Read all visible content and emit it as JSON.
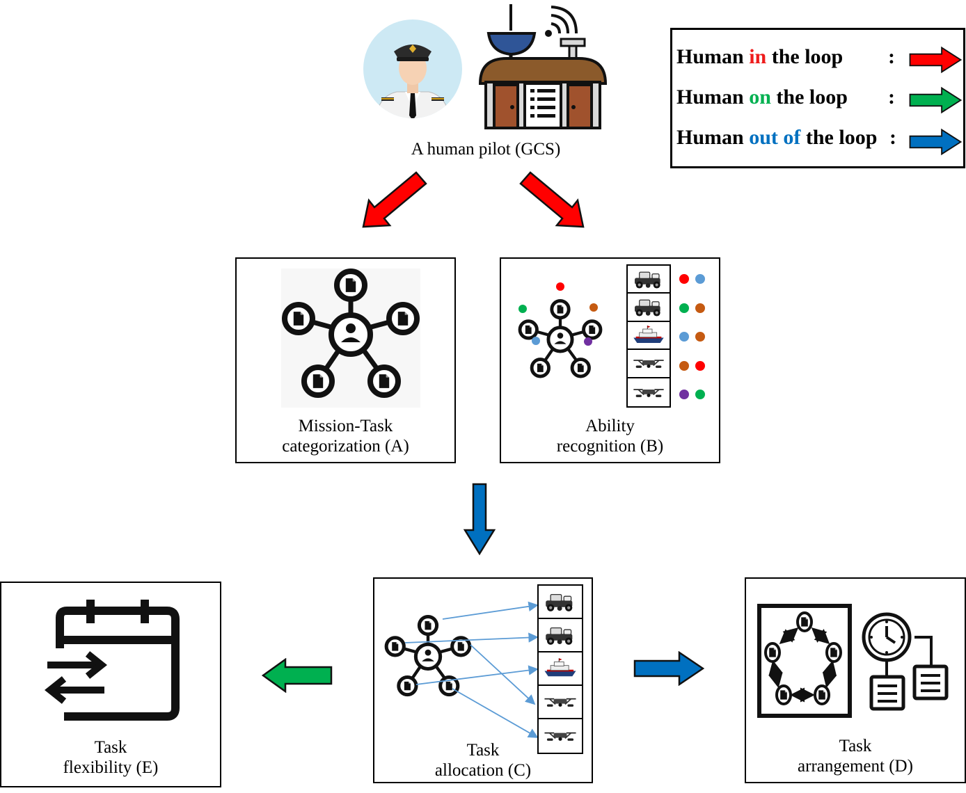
{
  "pilot_caption": "A human pilot (GCS)",
  "legend": {
    "rows": [
      {
        "prefix": "Human ",
        "highlight": "in",
        "suffix": " the loop",
        "colon": ":",
        "color": "#ee1c1c",
        "arrow_color": "#ff0000"
      },
      {
        "prefix": "Human ",
        "highlight": "on",
        "suffix": " the loop",
        "colon": ":",
        "color": "#00b050",
        "arrow_color": "#00b050"
      },
      {
        "prefix": "Human ",
        "highlight": "out of",
        "suffix": " the loop",
        "colon": ":",
        "color": "#0070c0",
        "arrow_color": "#0070c0"
      }
    ]
  },
  "boxes": {
    "a": {
      "line1": "Mission-Task",
      "line2": "categorization  (A)"
    },
    "b": {
      "line1": "Ability",
      "line2": "recognition  (B)"
    },
    "c": {
      "line1": "Task",
      "line2": "allocation  (C)"
    },
    "d": {
      "line1": "Task",
      "line2": "arrangement  (D)"
    },
    "e": {
      "line1": "Task",
      "line2": "flexibility  (E)"
    }
  },
  "ability_dot_colors": [
    [
      "#ff0000",
      "#5b9bd5"
    ],
    [
      "#00b050",
      "#c55a11"
    ],
    [
      "#5b9bd5",
      "#c55a11"
    ],
    [
      "#c55a11",
      "#ff0000"
    ],
    [
      "#7030a0",
      "#00b050"
    ]
  ],
  "vehicles": [
    "ugv-robot",
    "ugv-robot",
    "ship",
    "quadcopter-drone",
    "quadcopter-drone"
  ],
  "colors": {
    "red_arrow": "#ff0000",
    "green_arrow": "#00b050",
    "blue_arrow": "#0070c0",
    "allocation_line": "#5b9bd5"
  }
}
